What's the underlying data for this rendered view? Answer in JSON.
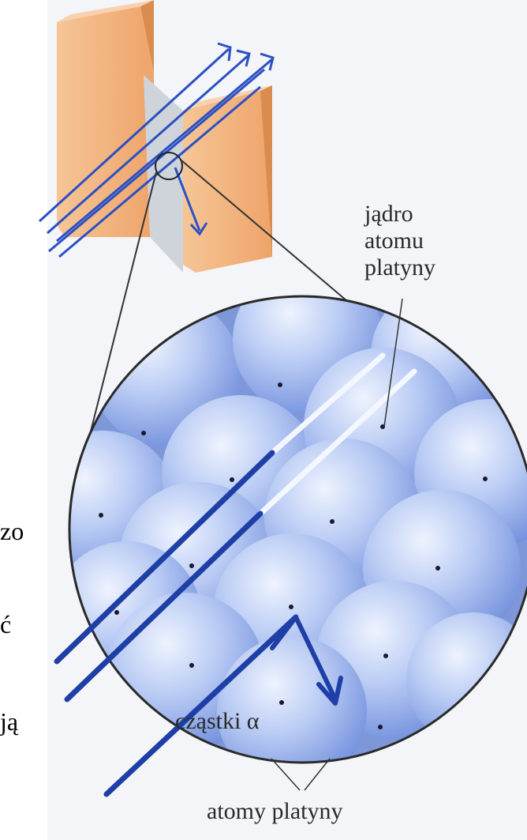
{
  "labels": {
    "nucleus_line1": "jądro",
    "nucleus_line2": "atomu",
    "nucleus_line3": "platyny",
    "alpha_particles": "cząstki α",
    "platinum_atoms": "atomy platyny"
  },
  "left_text_fragments": [
    "zo",
    "ć",
    "ją"
  ],
  "colors": {
    "foil": "#f2b47e",
    "foil_edge": "#d98c4d",
    "gap": "#cfd4da",
    "atom_light": "#dbe6fb",
    "atom_mid": "#9db6ee",
    "atom_dark": "#6f8fdc",
    "alpha_track": "#1d3fa6",
    "beam": "#2b50c4"
  }
}
